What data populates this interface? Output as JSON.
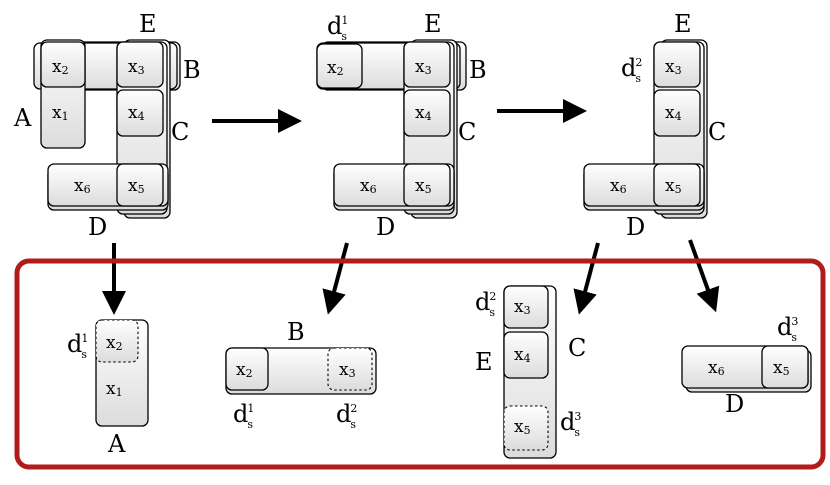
{
  "labels": {
    "A": "A",
    "B": "B",
    "C": "C",
    "D": "D",
    "E": "E"
  },
  "vars": {
    "x1": "x",
    "x1_sub": "1",
    "x2": "x",
    "x2_sub": "2",
    "x3": "x",
    "x3_sub": "3",
    "x4": "x",
    "x4_sub": "4",
    "x5": "x",
    "x5_sub": "5",
    "x6": "x",
    "x6_sub": "6"
  },
  "separators": {
    "d1": "d",
    "d1_sub": "s",
    "d1_sup": "1",
    "d2": "d",
    "d2_sub": "s",
    "d2_sup": "2",
    "d3": "d",
    "d3_sub": "s",
    "d3_sup": "3"
  },
  "colors": {
    "frame": "#b01c1c",
    "box_top": "#ffffff",
    "box_bottom": "#dcdcdc"
  }
}
